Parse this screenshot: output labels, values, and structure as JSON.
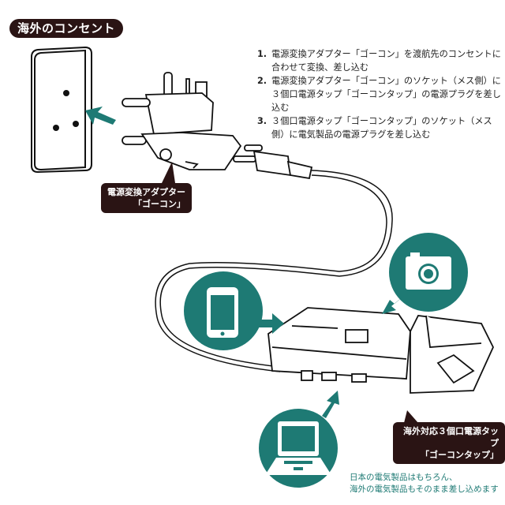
{
  "title": "海外のコンセント",
  "steps": [
    {
      "num": "1.",
      "text": "電源変換アダプター「ゴーコン」を渡航先のコンセントに合わせて変換、差し込む"
    },
    {
      "num": "2.",
      "text": "電源変換アダプター「ゴーコン」のソケット（メス側）に３個口電源タップ「ゴーコンタップ」の電源プラグを差し込む"
    },
    {
      "num": "3.",
      "text": "３個口電源タップ「ゴーコンタップ」のソケット（メス側）に電気製品の電源プラグを差し込む"
    }
  ],
  "callouts": {
    "adapter": {
      "line1": "電源変換アダプター",
      "line2": "「ゴーコン」"
    },
    "tap": {
      "line1": "海外対応３個口電源タップ",
      "line2": "「ゴーコンタップ」"
    }
  },
  "note": {
    "line1": "日本の電気製品はもちろん、",
    "line2": "海外の電気製品もそのまま差し込めます"
  },
  "icons": [
    "outlet-icon",
    "adapter-icon",
    "plug-icon",
    "power-strip-icon",
    "smartphone-icon",
    "camera-icon",
    "laptop-icon"
  ],
  "colors": {
    "accent": "#1e7a74",
    "badge": "#2a1414"
  }
}
